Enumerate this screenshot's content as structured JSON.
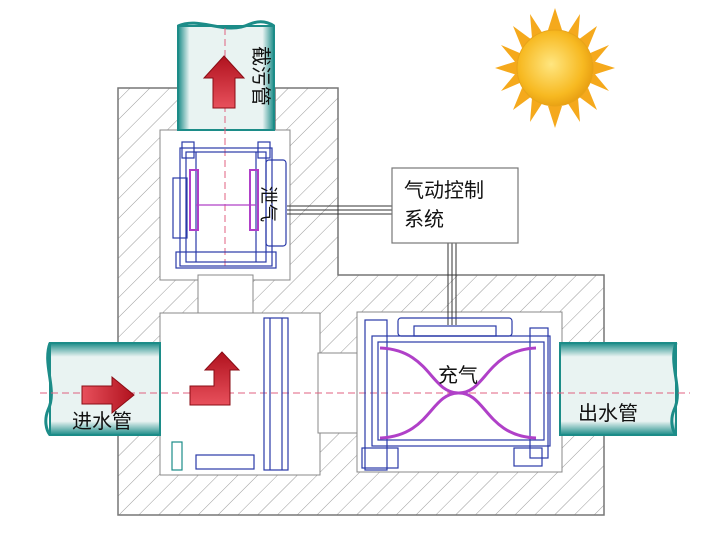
{
  "labels": {
    "sewage_pipe": "截污管",
    "vent": "泄气",
    "control_system_line1": "气动控制",
    "control_system_line2": "系统",
    "inflate": "充气",
    "inlet_pipe": "进水管",
    "outlet_pipe": "出水管"
  },
  "colors": {
    "pipe_teal": "#1f8f8c",
    "arrow_red": "#cc1d2a",
    "bladder_purple": "#b040c8",
    "hatch": "#999999",
    "sun": "#f6b21d",
    "dashed_axis": "#e05070",
    "device_blue": "#2a3aa8"
  }
}
